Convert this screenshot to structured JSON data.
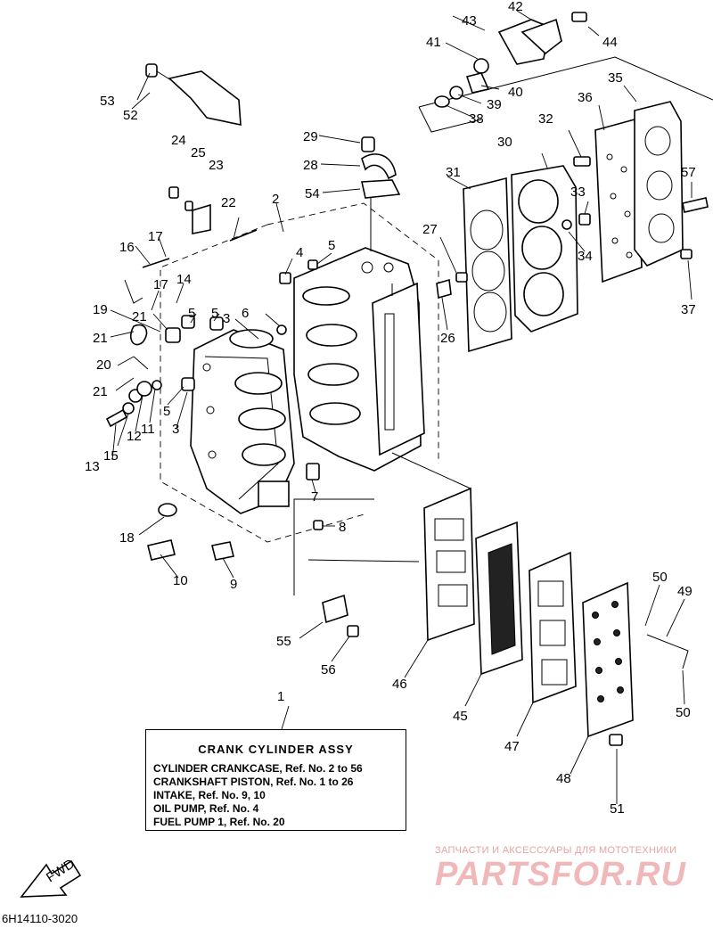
{
  "callouts": [
    "1",
    "2",
    "3",
    "4",
    "5",
    "6",
    "7",
    "8",
    "9",
    "10",
    "11",
    "12",
    "13",
    "14",
    "15",
    "16",
    "17",
    "18",
    "19",
    "20",
    "21",
    "22",
    "23",
    "24",
    "25",
    "26",
    "27",
    "28",
    "29",
    "30",
    "31",
    "32",
    "33",
    "34",
    "35",
    "36",
    "37",
    "38",
    "39",
    "40",
    "41",
    "42",
    "43",
    "44",
    "45",
    "46",
    "47",
    "48",
    "49",
    "50",
    "51",
    "52",
    "53",
    "54",
    "55",
    "56",
    "57"
  ],
  "legend": {
    "title": "CRANK  CYLINDER  ASSY",
    "lines": [
      "CYLINDER CRANKCASE,  Ref. No. 2 to 56",
      "CRANKSHAFT PISTON,  Ref. No. 1 to 26",
      "INTAKE,  Ref. No. 9, 10",
      "OIL PUMP,  Ref. No. 4",
      "FUEL PUMP 1,  Ref. No. 20"
    ]
  },
  "fwd_label": "FWD",
  "diagram_code": "6H14110-3020",
  "watermark": {
    "tagline": "ЗАПЧАСТИ И АКСЕССУАРЫ ДЛЯ МОТОТЕХНИКИ",
    "brand": "PARTSFOR.RU"
  }
}
